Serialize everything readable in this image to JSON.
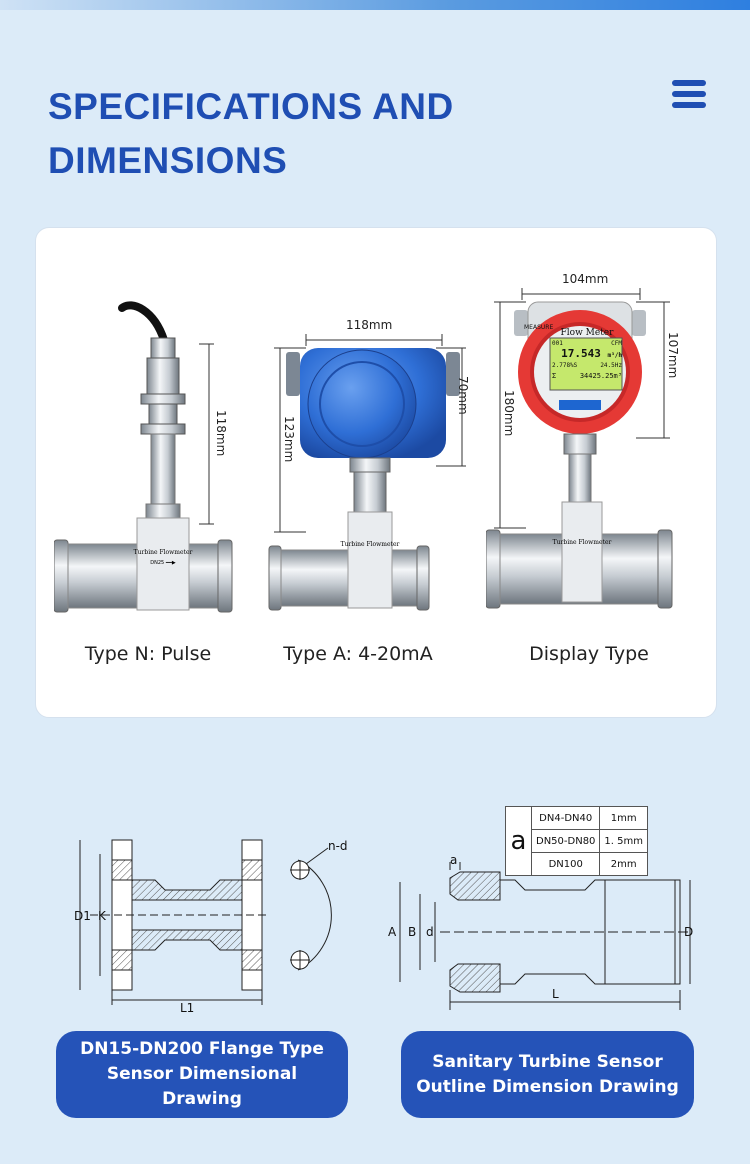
{
  "title": "SPECIFICATIONS AND DIMENSIONS",
  "menu_icon": "hamburger-menu-icon",
  "colors": {
    "title": "#1f4eb3",
    "button": "#2553b8",
    "background": "#dcebf8",
    "display_ring": "#e53935",
    "housing_blue": "#2f6fd6"
  },
  "products": [
    {
      "caption": "Type N: Pulse",
      "height_dim": "118mm"
    },
    {
      "caption": "Type A: 4-20mA",
      "width_dim": "118mm",
      "height_dim": "123mm",
      "head_dim": "70mm"
    },
    {
      "caption": "Display Type",
      "width_dim": "104mm",
      "height_dim": "180mm",
      "head_dim": "107mm",
      "screen": {
        "title": "Flow Meter",
        "brand": "MEASURE",
        "row1": "17.543",
        "row1_unit": "m³/h",
        "row2": "2.778%S",
        "row2b": "24.5Hz",
        "row3_prefix": "Σ",
        "row3": "34425.25m³",
        "code": "001",
        "mode": "CFM"
      }
    }
  ],
  "body_labels": {
    "type_n": "Turbine Flowmeter",
    "type_a": "Turbine Flowmeter",
    "display": "Turbine Flowmeter"
  },
  "flange_drawing": {
    "labels": {
      "d1": "D1",
      "k": "K",
      "l1": "L1",
      "nd": "n-d"
    }
  },
  "sanitary_drawing": {
    "labels": {
      "a_small": "a",
      "A": "A",
      "B": "B",
      "d": "d",
      "D": "D",
      "L": "L"
    }
  },
  "spec_table": {
    "label": "a",
    "rows": [
      {
        "size": "DN4-DN40",
        "value": "1mm"
      },
      {
        "size": "DN50-DN80",
        "value": "1. 5mm"
      },
      {
        "size": "DN100",
        "value": "2mm"
      }
    ]
  },
  "buttons": {
    "flange": "DN15-DN200  Flange Type\nSensor Dimensional Drawing",
    "sanitary": "Sanitary Turbine Sensor\nOutline Dimension Drawing"
  }
}
